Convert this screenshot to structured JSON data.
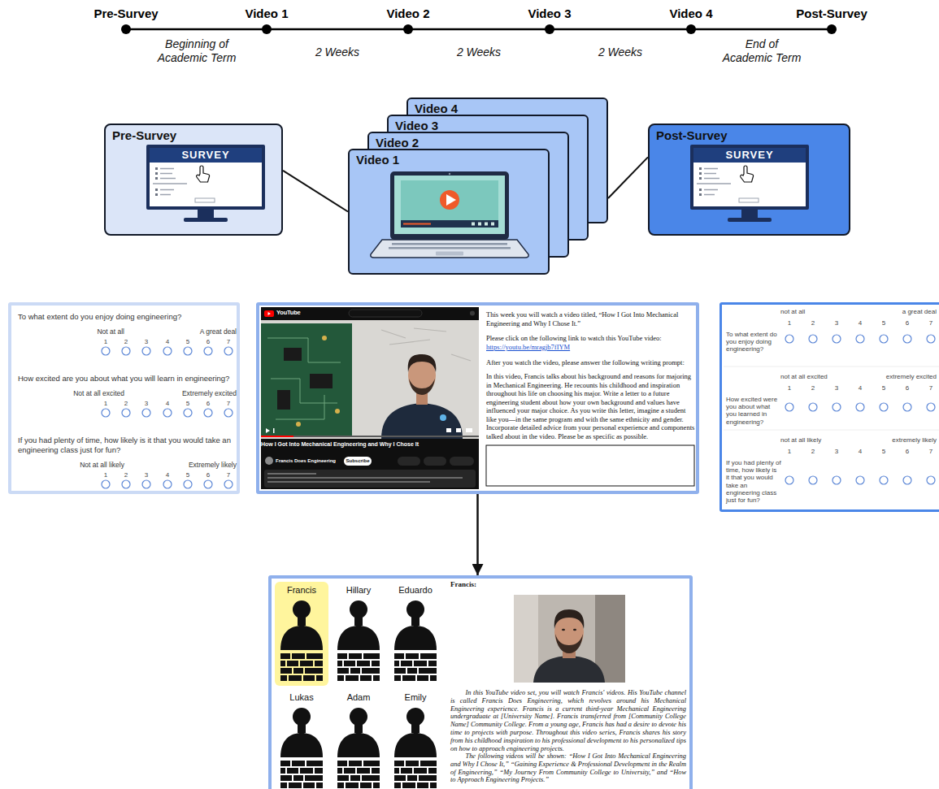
{
  "diagram": {
    "nodes": [
      {
        "text": [
          "Pre-Survey"
        ]
      },
      {
        "text": [
          "SURVEY"
        ],
        "in": 0
      },
      {
        "text": [
          "Video 4"
        ]
      },
      {
        "text": [
          "Video 3"
        ]
      },
      {
        "text": [
          "Video 2"
        ]
      },
      {
        "text": [
          "Video 1"
        ]
      },
      {
        "text": [
          "Post-Survey"
        ]
      },
      {
        "text": [
          "SURVEY"
        ],
        "in": 6
      },
      {
        "text": [
          "To what extent do you enjoy doing engineering?",
          "Not at all",
          "A great deal",
          "1",
          "2",
          "3",
          "4",
          "5",
          "6",
          "7",
          "How excited are you about what you will learn in engineering?",
          "Not at all excited",
          "Extremely excited",
          "1",
          "2",
          "3",
          "4",
          "5",
          "6",
          "7",
          "If you had plenty of time, how likely is it that you would take an engineering class just for fun?",
          "Not at all likely",
          "Extremely likely",
          "1",
          "2",
          "3",
          "4",
          "5",
          "6",
          "7"
        ]
      },
      {
        "text": [
          "This week you will watch a video titled, “How I Got Into Mechanical Engineering and Why I Chose It.”",
          "Please click on the following link to watch this YouTube video:",
          "https://youtu.be/mragjb7fIYM",
          "After you watch the video, please answer the following writing prompt:",
          "In this video, Francis talks about his background and reasons for majoring in Mechanical Engineering. He recounts his childhood and inspiration throughout his life on choosing his major. Write a letter to a future engineering student about how your own background and values have influenced your major choice. As you write this letter, imagine a student like you—in the same program and with the same ethnicity and gender. Incorporate detailed advice from your personal experience and components talked about in the video. Please be as specific as possible."
        ]
      },
      {
        "text": [
          "To what extent do you enjoy doing engineering?",
          "not at all",
          "a great deal",
          "1",
          "2",
          "3",
          "4",
          "5",
          "6",
          "7",
          "How excited were you about what you learned in engineering?",
          "not at all excited",
          "extremely excited",
          "1",
          "2",
          "3",
          "4",
          "5",
          "6",
          "7",
          "If you had plenty of time, how likely is it that you would take an engineering class just for fun?",
          "not at all likely",
          "extremely likely",
          "1",
          "2",
          "3",
          "4",
          "5",
          "6",
          "7"
        ]
      },
      {
        "text": [
          "Francis:",
          "In this YouTube video set, you will watch Francis' videos. His YouTube channel is called Francis Does Engineering, which revolves around his Mechanical Engineering experience. Francis is a current third-year Mechanical Engineering undergraduate at [University Name]. Francis transferred from [Community College Name] Community College. From a young age, Francis has had a desire to devote his time to projects with purpose. Throughout this video series, Francis shares his story from his childhood inspiration to his professional development to his personalized tips on how to approach engineering projects.",
          "The following videos will be shown: “How I Got Into Mechanical Engineering and Why I Chose It,” “Gaining Experience & Professional Development in the Realm of Engineering,” “My Journey From Community College to University,” and “How to Approach Engineering Projects.”"
        ]
      },
      {
        "text": [
          "Francis"
        ],
        "in": 11
      },
      {
        "text": [
          "Hillary"
        ],
        "in": 11
      },
      {
        "text": [
          "Eduardo"
        ],
        "in": 11
      },
      {
        "text": [
          "Lukas"
        ],
        "in": 11
      },
      {
        "text": [
          "Adam"
        ],
        "in": 11
      },
      {
        "text": [
          "Emily"
        ],
        "in": 11
      }
    ],
    "edges": [
      {
        "from": 0,
        "to": 5,
        "arrow": "none"
      },
      {
        "from": 2,
        "to": 6,
        "arrow": "none"
      },
      {
        "from": 9,
        "to": 11,
        "arrow": "to"
      }
    ],
    "labels": [
      "Pre-Survey",
      "Video 1",
      "Video 2",
      "Video 3",
      "Video 4",
      "Post-Survey",
      "Beginning of Academic Term",
      "2 Weeks",
      "2 Weeks",
      "2 Weeks",
      "End of Academic Term",
      "YouTube",
      "How I Got Into Mechanical Engineering and Why I Chose It",
      "Francis Does Engineering",
      "Subscribe"
    ]
  }
}
